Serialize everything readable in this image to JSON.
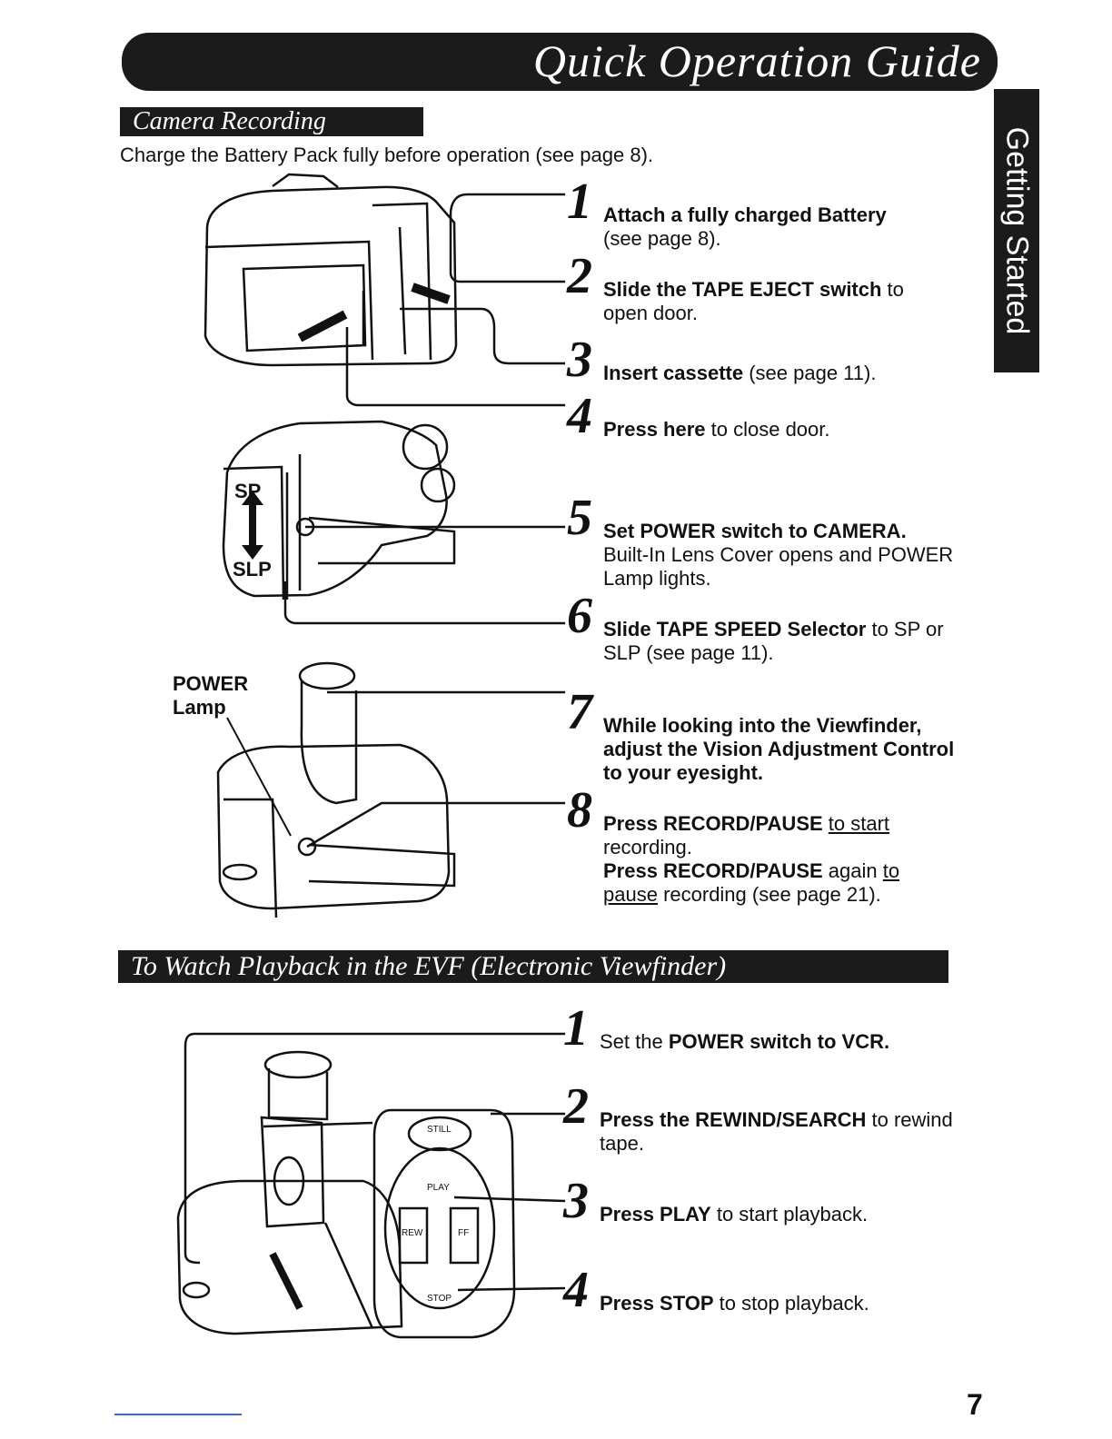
{
  "header": {
    "title": "Quick Operation Guide"
  },
  "side_tab": {
    "label": "Getting Started"
  },
  "camera_recording": {
    "heading": "Camera Recording",
    "intro": "Charge the Battery Pack fully before operation (see page 8).",
    "power_lamp_label": [
      "POWER",
      "Lamp"
    ],
    "steps": [
      {
        "num": "1",
        "lines": [
          [
            {
              "b": "Attach a fully charged Battery"
            }
          ],
          [
            {
              "t": "(see page 8)."
            }
          ]
        ]
      },
      {
        "num": "2",
        "lines": [
          [
            {
              "b": "Slide the TAPE EJECT switch"
            },
            {
              "t": " to"
            }
          ],
          [
            {
              "t": "open door."
            }
          ]
        ]
      },
      {
        "num": "3",
        "lines": [
          [
            {
              "b": "Insert cassette"
            },
            {
              "t": " (see page 11)."
            }
          ]
        ]
      },
      {
        "num": "4",
        "lines": [
          [
            {
              "b": "Press here"
            },
            {
              "t": " to close door."
            }
          ]
        ]
      },
      {
        "num": "5",
        "lines": [
          [
            {
              "b": "Set POWER switch to CAMERA."
            }
          ],
          [
            {
              "t": "Built-In Lens Cover opens and POWER"
            }
          ],
          [
            {
              "t": "Lamp lights."
            }
          ]
        ]
      },
      {
        "num": "6",
        "lines": [
          [
            {
              "b": "Slide TAPE SPEED Selector"
            },
            {
              "t": " to SP or"
            }
          ],
          [
            {
              "t": "SLP (see page 11)."
            }
          ]
        ]
      },
      {
        "num": "7",
        "lines": [
          [
            {
              "b": "While looking into the Viewfinder,"
            }
          ],
          [
            {
              "b": "adjust the Vision Adjustment Control"
            }
          ],
          [
            {
              "b": "to your eyesight."
            }
          ]
        ]
      },
      {
        "num": "8",
        "lines": [
          [
            {
              "b": "Press RECORD/PAUSE"
            },
            {
              "t": " "
            },
            {
              "u": "to start"
            }
          ],
          [
            {
              "t": "recording."
            }
          ],
          [
            {
              "b": "Press RECORD/PAUSE"
            },
            {
              "t": " again "
            },
            {
              "u": "to"
            }
          ],
          [
            {
              "u": "pause"
            },
            {
              "t": " recording (see page 21)."
            }
          ]
        ]
      }
    ],
    "illustration_labels": {
      "sp": "SP",
      "slp": "SLP"
    }
  },
  "playback": {
    "heading": "To Watch Playback in the EVF (Electronic Viewfinder)",
    "steps": [
      {
        "num": "1",
        "lines": [
          [
            {
              "t": "Set the "
            },
            {
              "b": "POWER switch to VCR."
            }
          ]
        ]
      },
      {
        "num": "2",
        "lines": [
          [
            {
              "b": "Press the REWIND/SEARCH"
            },
            {
              "t": " to rewind"
            }
          ],
          [
            {
              "t": "tape."
            }
          ]
        ]
      },
      {
        "num": "3",
        "lines": [
          [
            {
              "b": "Press PLAY"
            },
            {
              "t": " to start playback."
            }
          ]
        ]
      },
      {
        "num": "4",
        "lines": [
          [
            {
              "b": "Press STOP"
            },
            {
              "t": " to stop playback."
            }
          ]
        ]
      }
    ],
    "button_labels": {
      "still": "STILL",
      "play": "PLAY",
      "rew": "REW",
      "ff": "FF",
      "stop": "STOP"
    }
  },
  "page_number": "7"
}
